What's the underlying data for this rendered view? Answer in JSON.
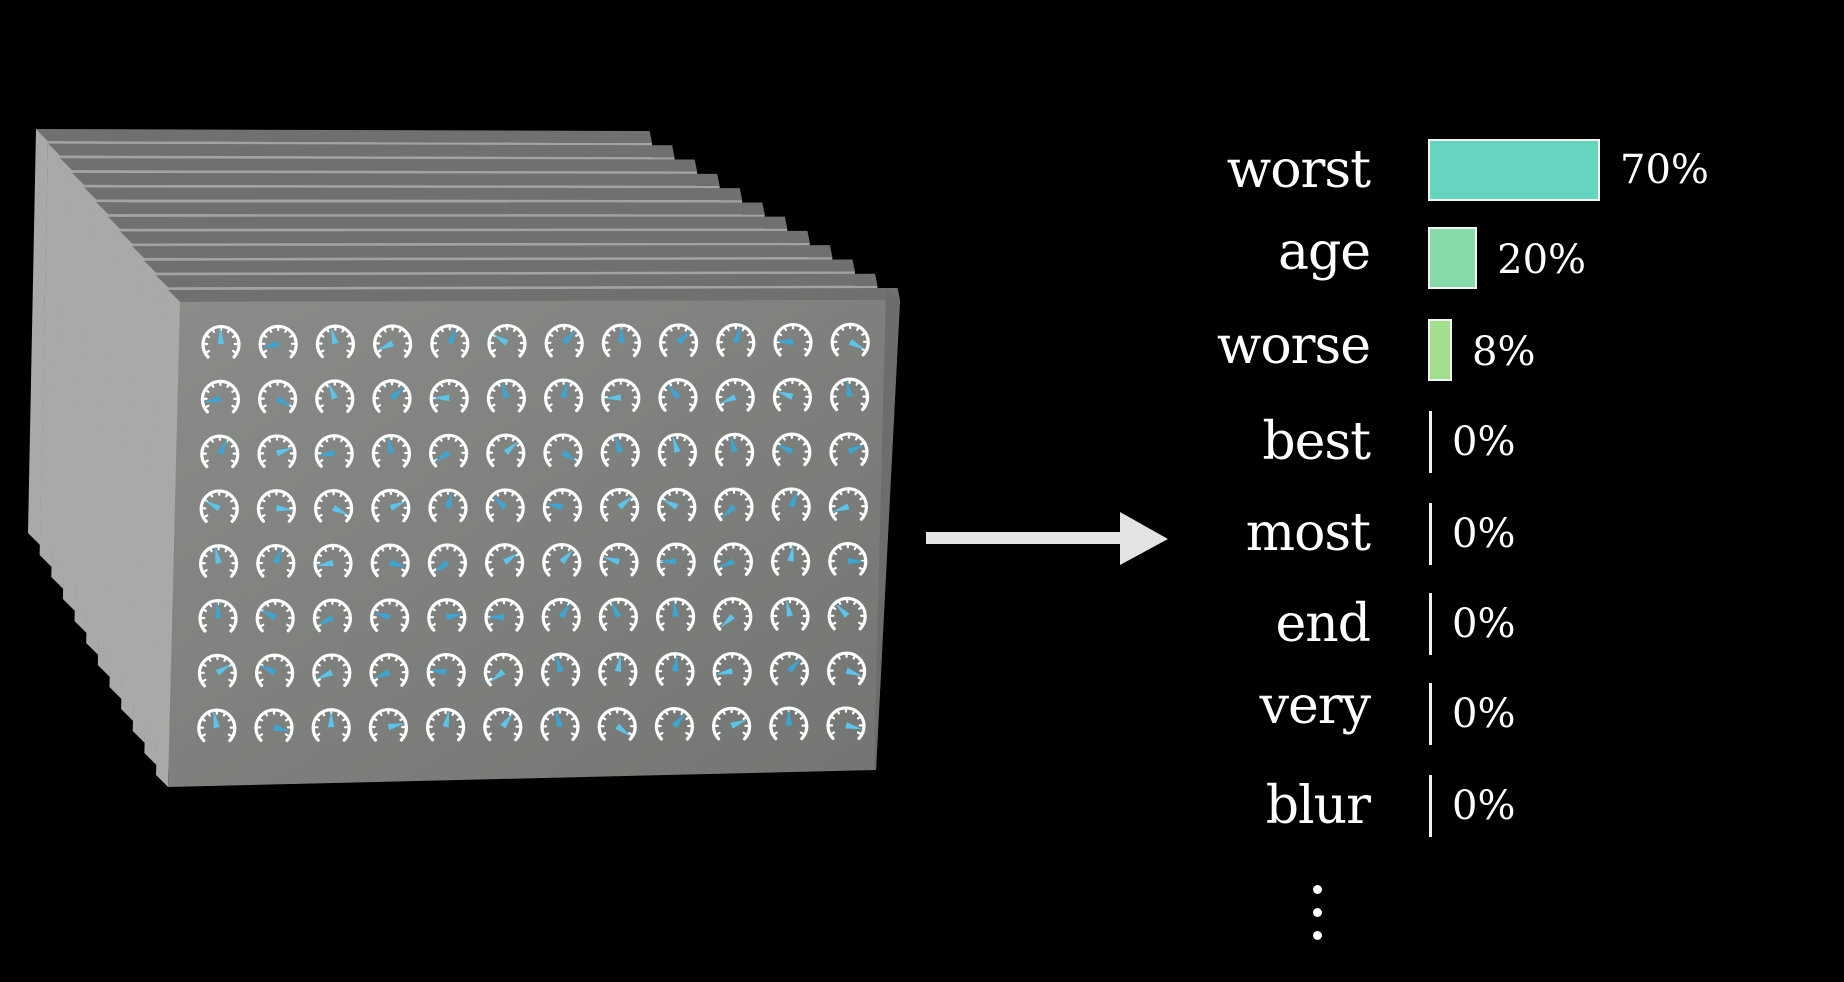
{
  "chart_data": {
    "type": "bar",
    "orientation": "horizontal",
    "title": "",
    "categories": [
      "worst",
      "age",
      "worse",
      "best",
      "most",
      "end",
      "very",
      "blur"
    ],
    "values": [
      70,
      20,
      8,
      0,
      0,
      0,
      0,
      0
    ],
    "value_labels": [
      "70%",
      "20%",
      "8%",
      "0%",
      "0%",
      "0%",
      "0%",
      "0%"
    ],
    "unit": "%",
    "xlabel": "",
    "ylabel": "",
    "xlim": [
      0,
      100
    ],
    "grid": false,
    "legend": null,
    "truncated_indicator": "⋮",
    "bar_colors": [
      "#66d5c0",
      "#86dba8",
      "#a3e08c",
      "#f0f0f0",
      "#f0f0f0",
      "#f0f0f0",
      "#f0f0f0",
      "#f0f0f0"
    ]
  },
  "diagram": {
    "input": {
      "label": "stack of parameter panels (dials)",
      "panel_count": 12,
      "dial_rows": 8,
      "dial_cols": 12,
      "panel_color": "#7d7f7c",
      "panel_edge_color": "#a9aaa7",
      "dial_ring_color": "#ffffff",
      "dial_needle_color": "#3ba6d4"
    },
    "arrow": {
      "icon": "right-arrow-icon",
      "color": "#e4e5e2"
    },
    "output": {
      "label": "next-token probability distribution",
      "ellipsis": "⋮"
    }
  },
  "colors": {
    "background": "#000000",
    "text": "#ffffff"
  }
}
